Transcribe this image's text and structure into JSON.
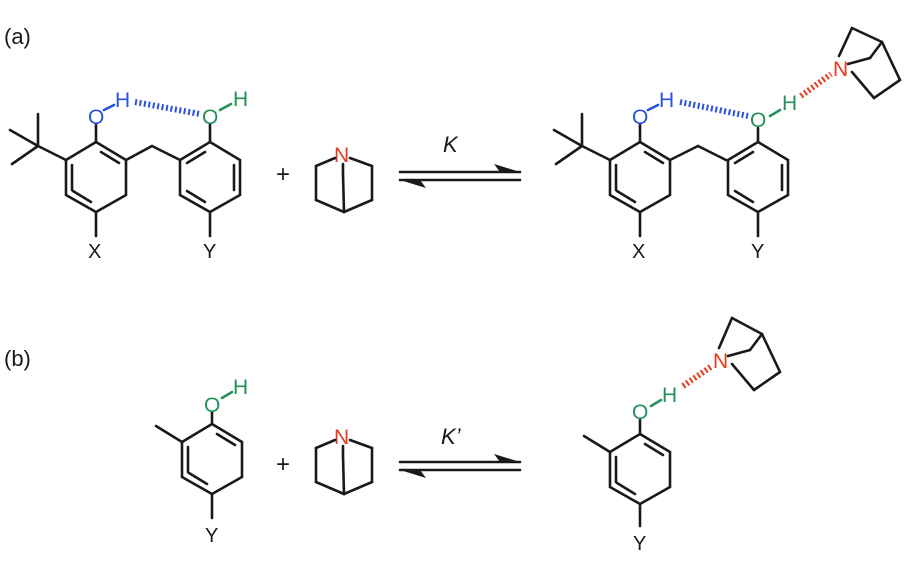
{
  "panels": [
    {
      "id": "a",
      "label": "(a)",
      "constant": "K"
    },
    {
      "id": "b",
      "label": "(b)",
      "constant": "K’"
    }
  ],
  "plus": "+",
  "substituents": {
    "x": "X",
    "y": "Y"
  },
  "atoms": {
    "oxygen": "O",
    "hydrogen": "H",
    "nitrogen": "N"
  },
  "colors": {
    "bond": "#1a1a1a",
    "intramolecular_hbond": "#2b50e0",
    "intermolecular_hbond": "#e83a1e",
    "hydroxyl_green": "#22925a",
    "nitrogen_red": "#e83a1e"
  }
}
